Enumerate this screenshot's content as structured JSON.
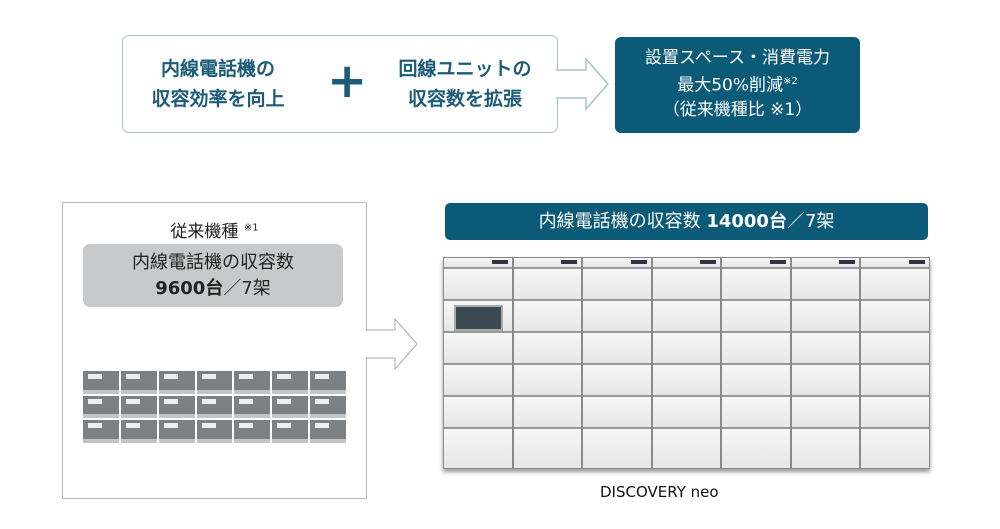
{
  "top": {
    "left_lines": [
      "内線電話機の",
      "収容効率を向上"
    ],
    "plus": "+",
    "right_lines": [
      "回線ユニットの",
      "収容数を拡張"
    ],
    "result_lines": [
      "設置スペース・消費電力",
      "最大50%削減",
      "（従来機種比"
    ],
    "result_note2": "※2",
    "result_note1": "※1）"
  },
  "old": {
    "title": "従来機種",
    "note": "※1",
    "cap_label": "内線電話機の収容数",
    "cap_value": "9600台",
    "cap_racks": "／7架"
  },
  "new": {
    "banner_label": "内線電話機の収容数",
    "banner_value": "14000台",
    "banner_racks": "／7架",
    "model": "DISCOVERY neo"
  },
  "colors": {
    "accent": "#0b5a78",
    "text_blue": "#1d5c78",
    "gray_box": "#c8c9ca"
  }
}
